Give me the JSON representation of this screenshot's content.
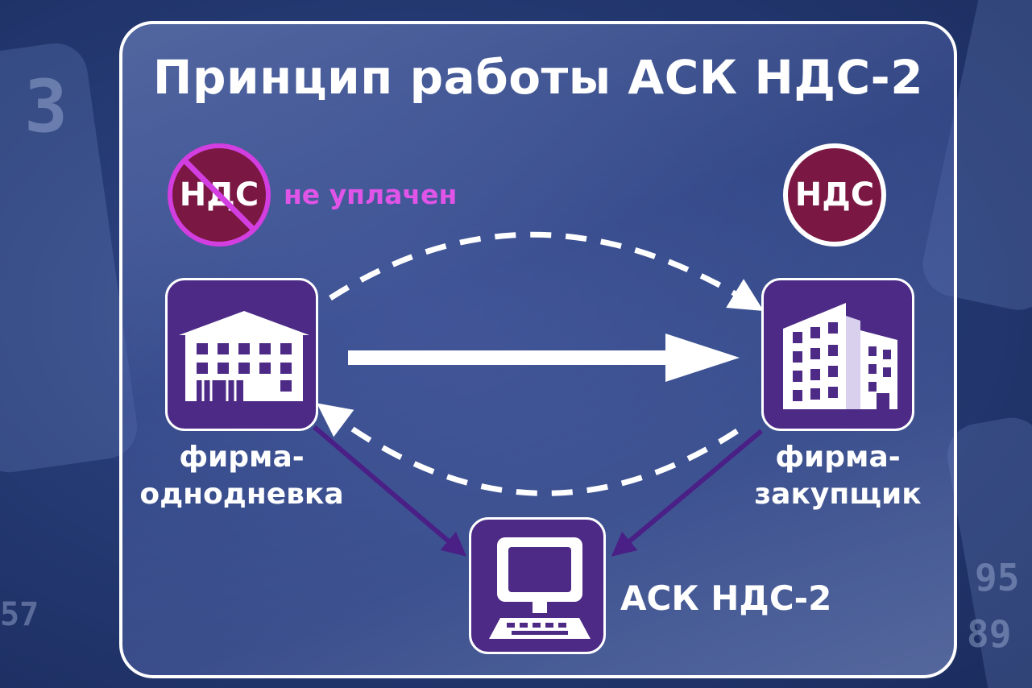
{
  "title": "Принцип работы АСК НДС-2",
  "vat_crossed": {
    "text": "НДС",
    "status": "не уплачен"
  },
  "vat_ok": {
    "text": "НДС"
  },
  "seller": {
    "label_line1": "фирма-",
    "label_line2": "однодневка",
    "icon": "building-icon"
  },
  "buyer": {
    "label_line1": "фирма-",
    "label_line2": "закупщик",
    "icon": "office-building-icon"
  },
  "system": {
    "label": "АСК НДС-2",
    "icon": "computer-icon"
  },
  "colors": {
    "vat_circle": "#7a1742",
    "crossed_border": "#d23ee0",
    "icon_box": "#4c2a86",
    "arrow_purple": "#4a1f86"
  }
}
